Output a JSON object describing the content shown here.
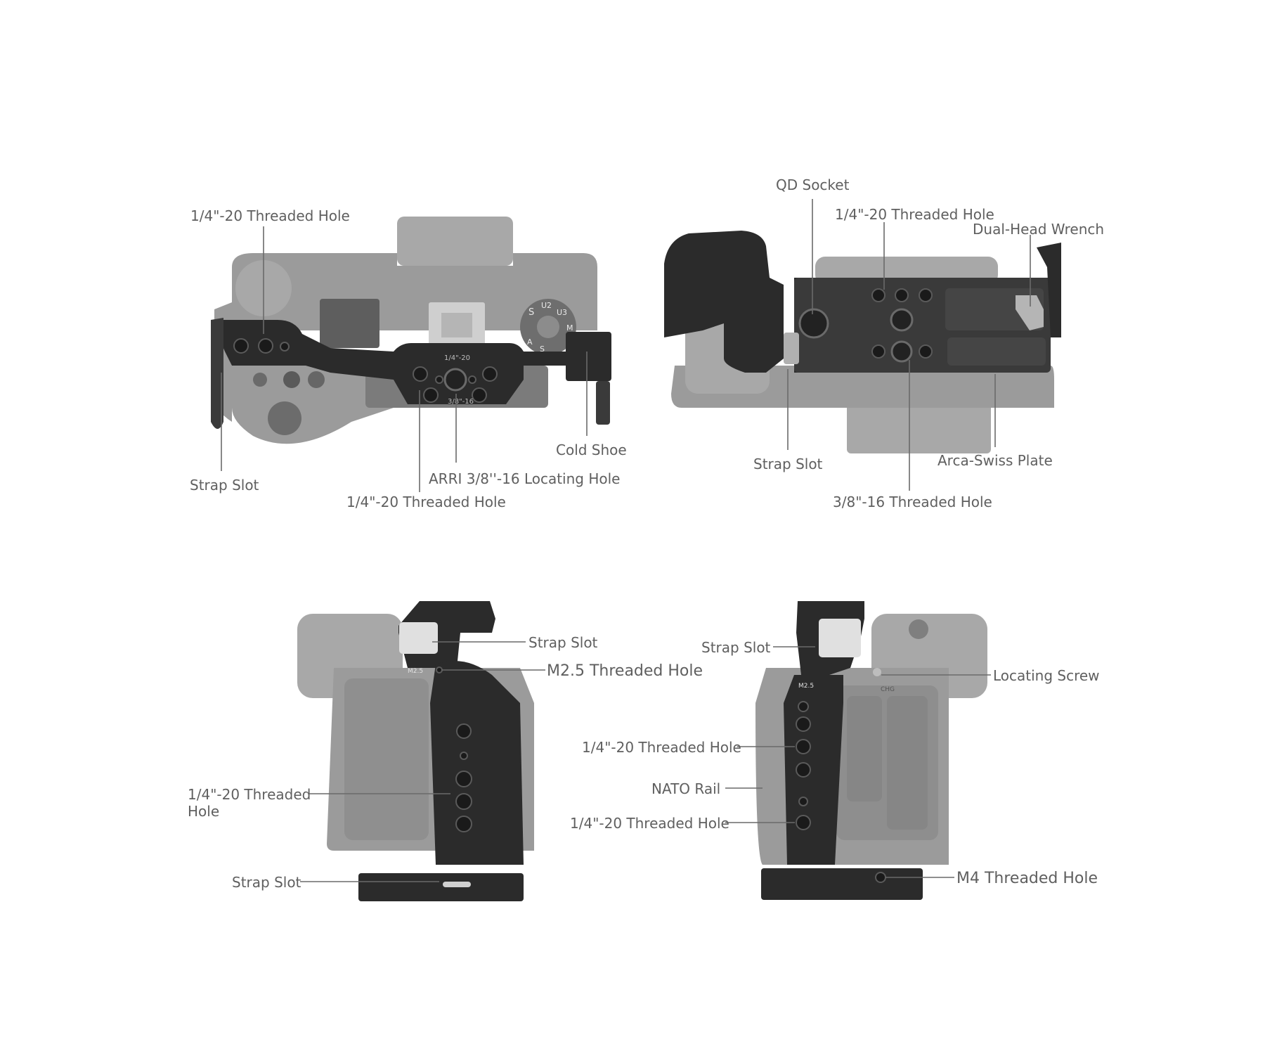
{
  "views": {
    "top": {
      "labels": {
        "threaded_hole_top": "1/4\"-20 Threaded Hole",
        "strap_slot": "Strap Slot",
        "threaded_hole_bottom": "1/4\"-20 Threaded Hole",
        "arri_hole": "ARRI 3/8''-16 Locating Hole",
        "cold_shoe": "Cold Shoe"
      },
      "markings": {
        "plate_top": "1/4\"-20",
        "plate_bottom": "3/8\"-16",
        "dial": [
          "S",
          "U2",
          "U3",
          "M",
          "S",
          "A"
        ]
      }
    },
    "bottom": {
      "labels": {
        "qd_socket": "QD Socket",
        "threaded_hole": "1/4\"-20 Threaded Hole",
        "wrench": "Dual-Head Wrench",
        "strap_slot": "Strap Slot",
        "arca": "Arca-Swiss Plate",
        "threaded_hole_38": "3/8\"-16 Threaded Hole"
      }
    },
    "left": {
      "labels": {
        "strap_slot_top": "Strap Slot",
        "m25": "M2.5 Threaded Hole",
        "threaded_line1": "1/4\"-20 Threaded",
        "threaded_line2": "Hole",
        "strap_slot_bottom": "Strap Slot"
      },
      "markings": {
        "m25": "M2.5"
      }
    },
    "right": {
      "labels": {
        "strap_slot": "Strap Slot",
        "locating_screw": "Locating Screw",
        "threaded_hole_upper": "1/4\"-20 Threaded Hole",
        "nato": "NATO Rail",
        "threaded_hole_lower": "1/4\"-20 Threaded Hole",
        "m4": "M4 Threaded Hole"
      },
      "markings": {
        "m25": "M2.5",
        "chg": "CHG"
      }
    }
  }
}
